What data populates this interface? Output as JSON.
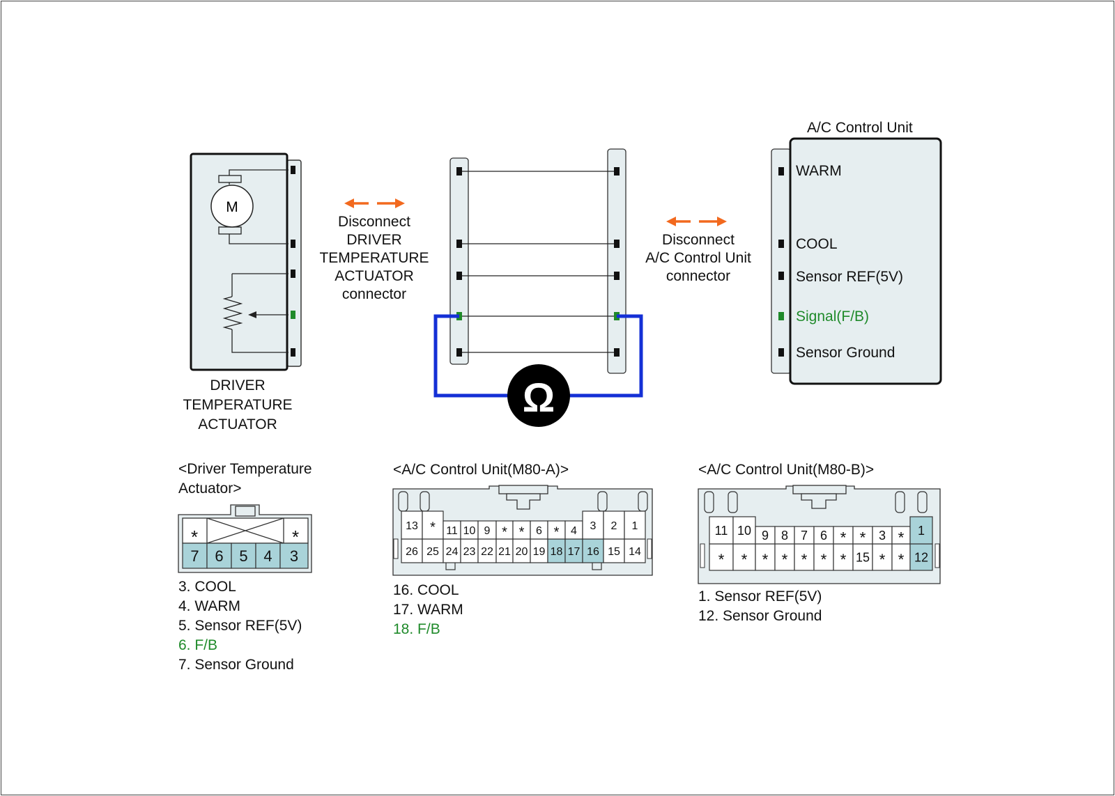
{
  "actuator": {
    "motor_label": "M",
    "name_lines": [
      "DRIVER",
      "TEMPERATURE",
      "ACTUATOR"
    ]
  },
  "disconnect_left": [
    "Disconnect",
    "DRIVER",
    "TEMPERATURE",
    "ACTUATOR",
    "connector"
  ],
  "disconnect_right": [
    "Disconnect",
    "A/C Control Unit",
    "connector"
  ],
  "ohm_symbol": "Ω",
  "ac_unit": {
    "title": "A/C Control Unit",
    "pins": [
      {
        "label": "WARM",
        "green": false
      },
      {
        "label": "COOL",
        "green": false
      },
      {
        "label": "Sensor REF(5V)",
        "green": false
      },
      {
        "label": "Signal(F/B)",
        "green": true
      },
      {
        "label": "Sensor Ground",
        "green": false
      }
    ]
  },
  "connectors": {
    "actuator": {
      "title_lines": [
        "<Driver Temperature",
        "Actuator>"
      ],
      "top_row": [
        "*",
        "*"
      ],
      "bottom_row": [
        "7",
        "6",
        "5",
        "4",
        "3"
      ],
      "legend": [
        {
          "text": "3. COOL",
          "green": false
        },
        {
          "text": "4. WARM",
          "green": false
        },
        {
          "text": "5. Sensor REF(5V)",
          "green": false
        },
        {
          "text": "6. F/B",
          "green": true
        },
        {
          "text": "7. Sensor Ground",
          "green": false
        }
      ]
    },
    "m80a": {
      "title": "<A/C Control Unit(M80-A)>",
      "top_row": [
        "13",
        "*",
        "11",
        "10",
        "9",
        "*",
        "*",
        "6",
        "*",
        "4",
        "3",
        "2",
        "1"
      ],
      "bottom_row": [
        "26",
        "25",
        "24",
        "23",
        "22",
        "21",
        "20",
        "19",
        "18",
        "17",
        "16",
        "15",
        "14"
      ],
      "legend": [
        {
          "text": "16. COOL",
          "green": false
        },
        {
          "text": "17. WARM",
          "green": false
        },
        {
          "text": "18. F/B",
          "green": true
        }
      ]
    },
    "m80b": {
      "title": "<A/C Control Unit(M80-B)>",
      "top_row": [
        "11",
        "10",
        "9",
        "8",
        "7",
        "6",
        "*",
        "*",
        "3",
        "*",
        "1"
      ],
      "bottom_row": [
        "*",
        "*",
        "*",
        "*",
        "*",
        "*",
        "*",
        "15",
        "*",
        "*",
        "12"
      ],
      "legend": [
        {
          "text": "1. Sensor REF(5V)",
          "green": false
        },
        {
          "text": "12. Sensor Ground",
          "green": false
        }
      ]
    }
  },
  "colors": {
    "panel": "#e6eef0",
    "highlight": "#a9d3d9",
    "probe_wire": "#1430d6",
    "arrow": "#f2691e",
    "signal_green": "#1f8a2a"
  }
}
